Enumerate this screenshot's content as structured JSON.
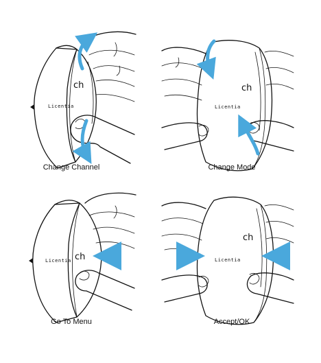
{
  "panels": [
    {
      "caption": "Change Channel",
      "brand": "Licentia",
      "channel_label": "ch",
      "gesture": "rotate"
    },
    {
      "caption": "Change Mode",
      "brand": "Licentia",
      "channel_label": "ch",
      "gesture": "rotate-reverse"
    },
    {
      "caption": "Go To Menu",
      "brand": "Licentia",
      "channel_label": "ch",
      "gesture": "push-in"
    },
    {
      "caption": "Accept/OK",
      "brand": "Licentia",
      "channel_label": "ch",
      "gesture": "squeeze"
    }
  ],
  "colors": {
    "arrow": "#4aa8dc",
    "line": "#111111",
    "background": "#ffffff"
  }
}
